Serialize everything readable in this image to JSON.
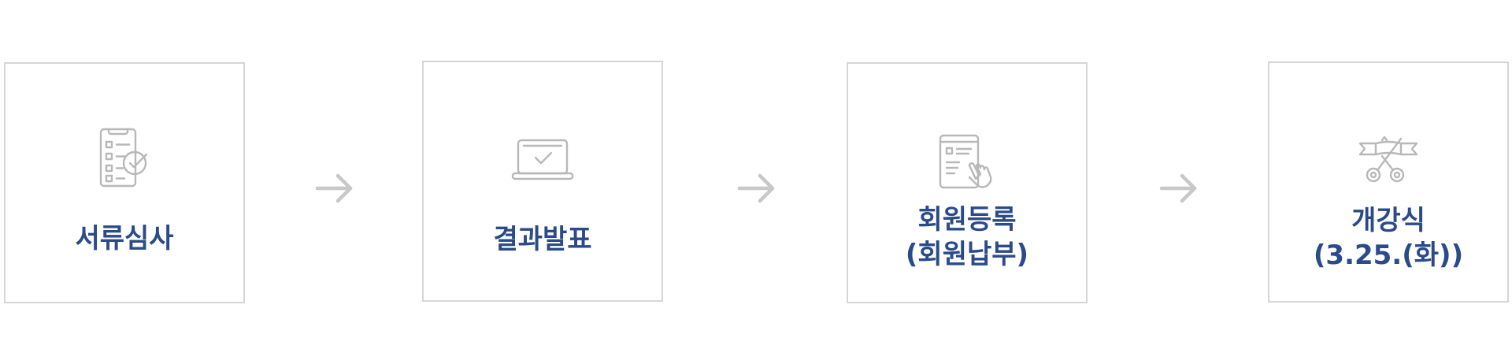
{
  "steps": [
    {
      "icon": "document-review-icon",
      "lines": [
        "서류심사"
      ]
    },
    {
      "icon": "laptop-check-icon",
      "lines": [
        "결과발표"
      ]
    },
    {
      "icon": "document-touch-icon",
      "lines": [
        "회원등록",
        "(회원납부)"
      ]
    },
    {
      "icon": "ribbon-cut-icon",
      "lines": [
        "개강식",
        "(3.25.(화))"
      ]
    }
  ],
  "colors": {
    "label": "#2a4a8a",
    "icon": "#b8b8b8",
    "border": "#d6d6d6",
    "arrow": "#c8c8c8"
  }
}
